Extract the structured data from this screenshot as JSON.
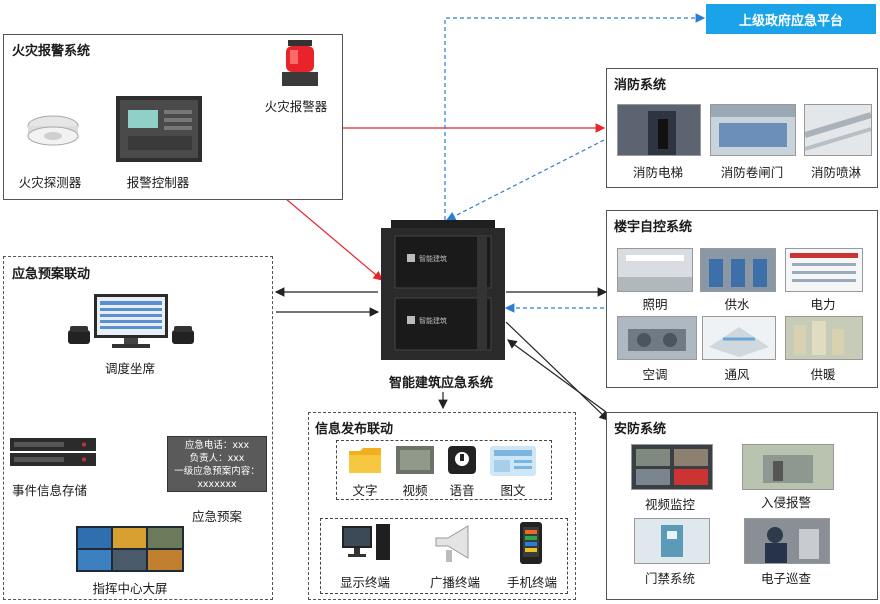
{
  "gov_platform": "上级政府应急平台",
  "fire_alarm": {
    "title": "火灾报警系统",
    "detector": "火灾探测器",
    "controller": "报警控制器",
    "alarm": "火灾报警器"
  },
  "fire_protection": {
    "title": "消防系统",
    "items": [
      "消防电梯",
      "消防卷闸门",
      "消防喷淋"
    ]
  },
  "building_auto": {
    "title": "楼宇自控系统",
    "items": [
      "照明",
      "供水",
      "电力",
      "空调",
      "通风",
      "供暖"
    ]
  },
  "security": {
    "title": "安防系统",
    "items": [
      "视频监控",
      "入侵报警",
      "门禁系统",
      "电子巡查"
    ]
  },
  "emergency_plan": {
    "title": "应急预案联动",
    "dispatch": "调度坐席",
    "storage": "事件信息存储",
    "plan_box": [
      "应急电话：xxx",
      "负责人：xxx",
      "一级应急预案内容：",
      "xxxxxxx"
    ],
    "plan_label": "应急预案",
    "screen": "指挥中心大屏"
  },
  "core": {
    "title": "智能建筑应急系统",
    "panel_text": "智能建筑"
  },
  "info_release": {
    "title": "信息发布联动",
    "media": [
      "文字",
      "视频",
      "语音",
      "图文"
    ],
    "terminals": [
      "显示终端",
      "广播终端",
      "手机终端"
    ]
  },
  "colors": {
    "red": "#e8232a",
    "blue": "#2a7fd4",
    "green": "#2aa84a",
    "gov": "#1aa3e8"
  }
}
